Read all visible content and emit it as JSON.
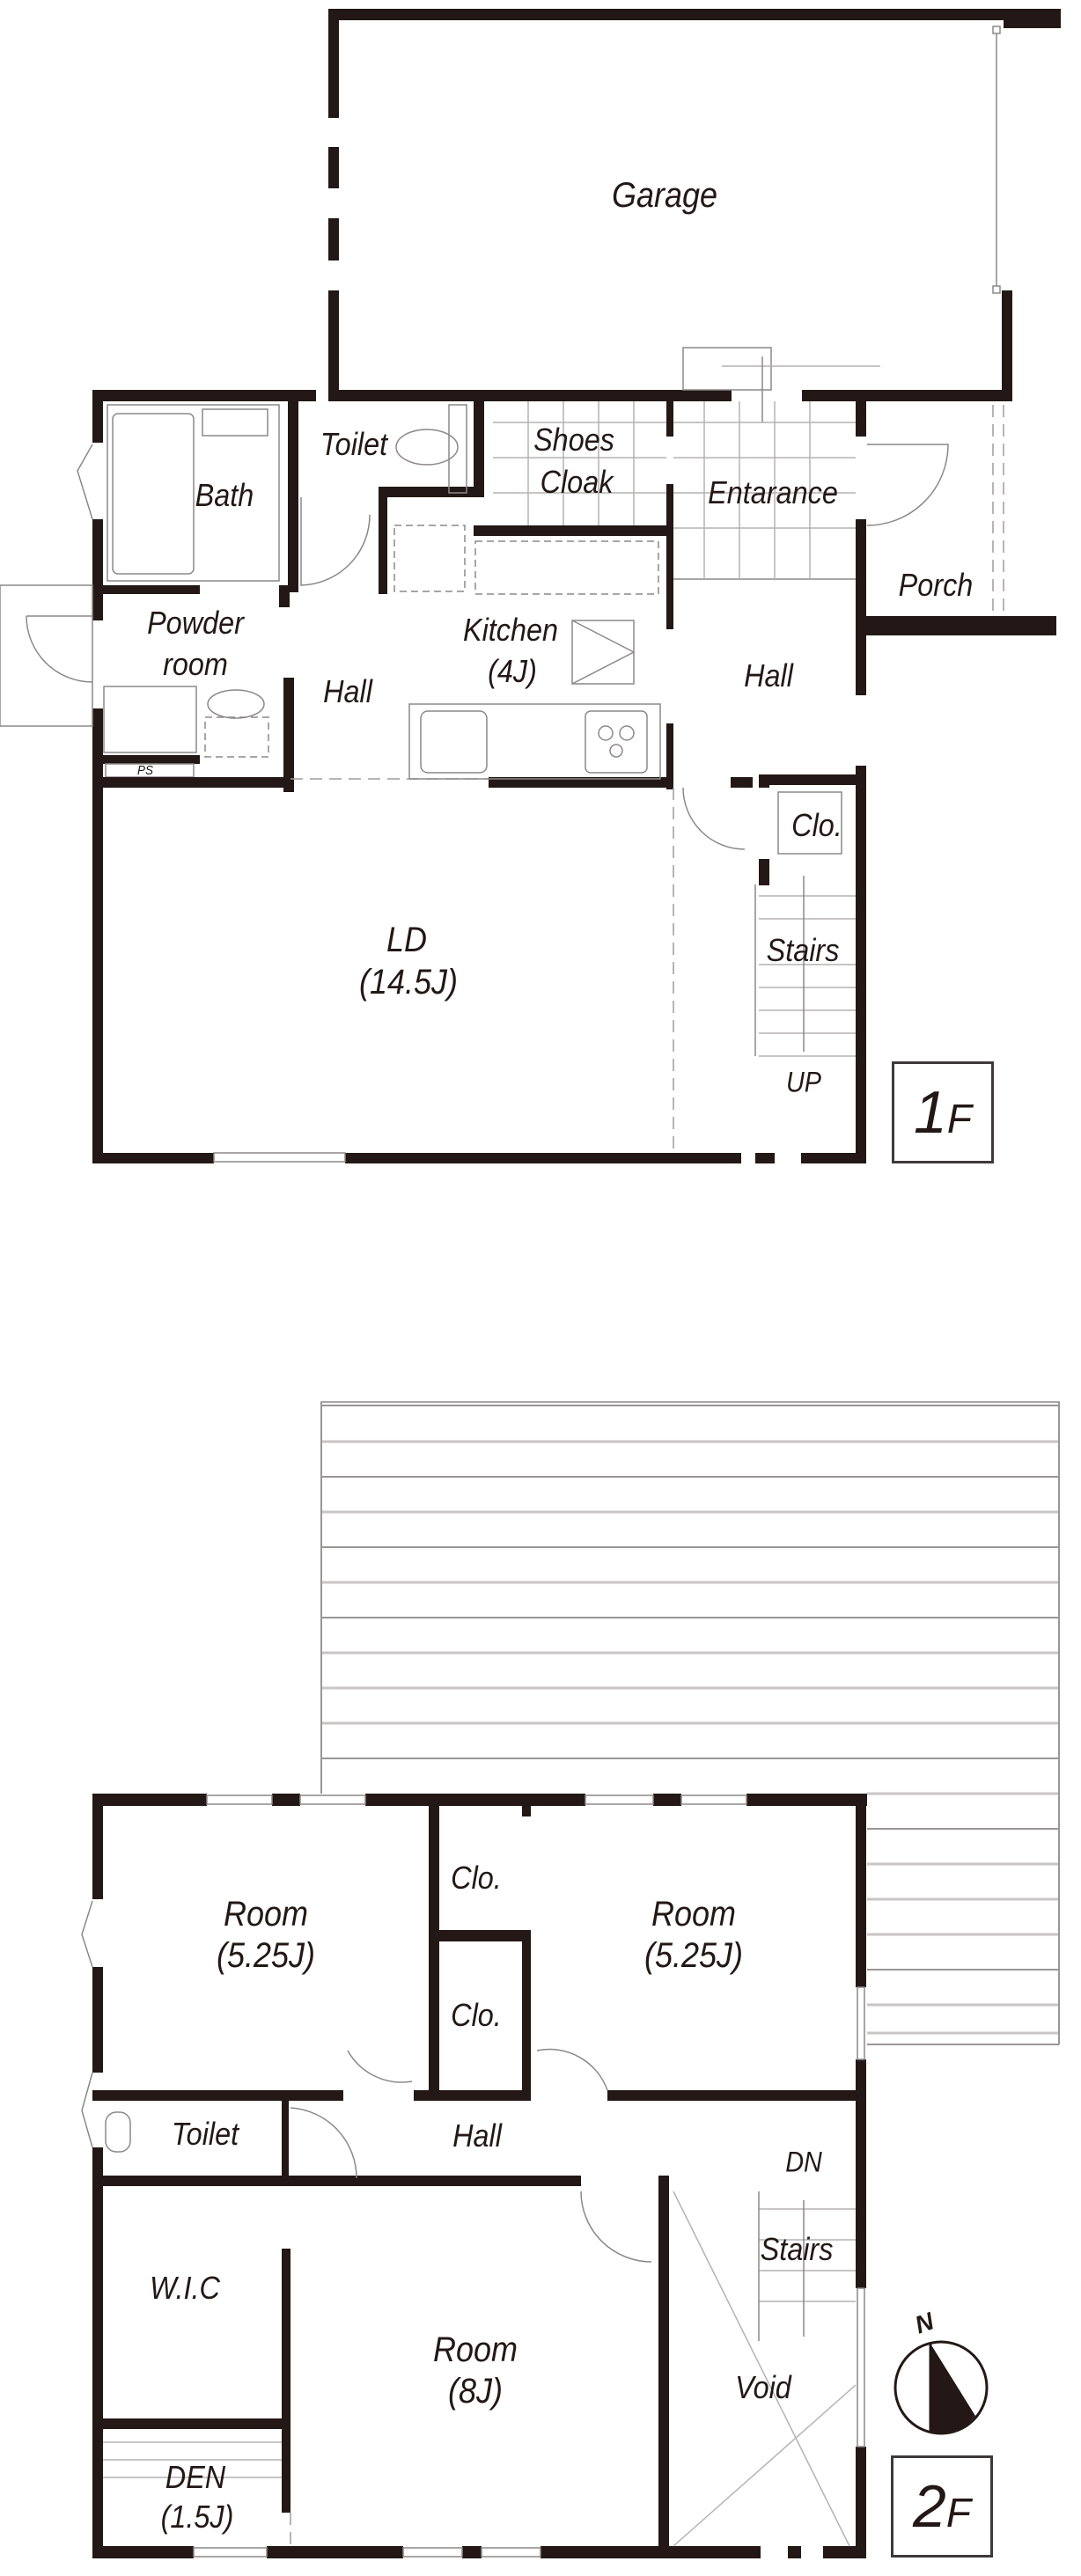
{
  "floor_1": {
    "label_number": "1",
    "label_suffix": "F",
    "rooms": {
      "garage": "Garage",
      "toilet": "Toilet",
      "shoes_cloak_line1": "Shoes",
      "shoes_cloak_line2": "Cloak",
      "entrance": "Entarance",
      "bath": "Bath",
      "porch": "Porch",
      "powder_line1": "Powder",
      "powder_line2": "room",
      "kitchen_name": "Kitchen",
      "kitchen_size": "(4J)",
      "hall_left": "Hall",
      "hall_right": "Hall",
      "ps": "PS",
      "closet": "Clo.",
      "ld_name": "LD",
      "ld_size": "(14.5J)",
      "stairs": "Stairs",
      "up": "UP"
    }
  },
  "floor_2": {
    "label_number": "2",
    "label_suffix": "F",
    "rooms": {
      "room_left_name": "Room",
      "room_left_size": "(5.25J)",
      "room_right_name": "Room",
      "room_right_size": "(5.25J)",
      "closet_upper": "Clo.",
      "closet_lower": "Clo.",
      "toilet": "Toilet",
      "hall": "Hall",
      "dn": "DN",
      "stairs": "Stairs",
      "wic": "W.I.C",
      "room_main_name": "Room",
      "room_main_size": "(8J)",
      "void": "Void",
      "den_name": "DEN",
      "den_size": "(1.5J)"
    }
  },
  "compass": {
    "north_label": "N"
  },
  "colors": {
    "wall": "#231815",
    "line": "#8c8888",
    "background": "#ffffff"
  }
}
